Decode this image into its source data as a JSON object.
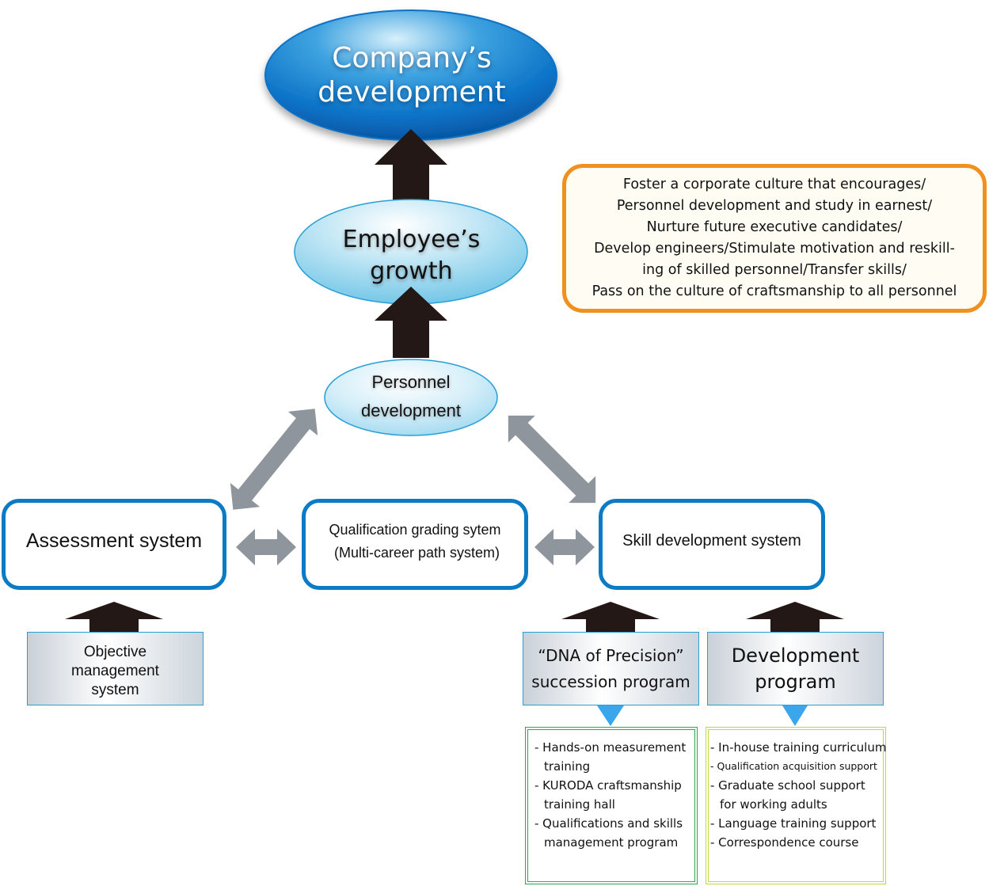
{
  "title": "Personnel development system diagram",
  "colors": {
    "company_blue": "#0a72c6",
    "employee_light_blue": "#8fd0ea",
    "personnel_pale_blue": "#bfe6f6",
    "system_border_blue": "#0a7bc4",
    "culture_border_orange": "#f0911f",
    "arrow_black": "#231815",
    "arrow_gray": "#8e959c",
    "pointer_blue": "#3aa6ec",
    "dna_list_border_green": "#2ea84a",
    "dev_list_border_lime": "#c3d83a"
  },
  "nodes": {
    "company": {
      "lines": [
        "Company’s",
        "development"
      ]
    },
    "employee": {
      "lines": [
        "Employee’s",
        "growth"
      ]
    },
    "personnel": {
      "lines": [
        "Personnel",
        "development"
      ]
    },
    "assessment": {
      "label": "Assessment system"
    },
    "qualification": {
      "lines": [
        "Qualification grading sytem",
        " (Multi-career path system)"
      ]
    },
    "skill": {
      "label": "Skill development system"
    },
    "objective": {
      "lines": [
        "Objective",
        "management",
        "system"
      ]
    },
    "dna": {
      "lines": [
        "“DNA of Precision”",
        "succession program"
      ]
    },
    "devprog": {
      "lines": [
        "Development",
        "program"
      ]
    }
  },
  "culture": {
    "lines": [
      "Foster a corporate culture that encourages/",
      "Personnel development and study in earnest/",
      "Nurture future executive candidates/",
      "Develop engineers/Stimulate motivation and reskill-",
      "ing of skilled personnel/Transfer skills/",
      "Pass on the culture of craftsmanship to all personnel"
    ]
  },
  "dna_list": [
    {
      "first": "- Hands-on measurement",
      "cont": "training"
    },
    {
      "first": "- KURODA craftsmanship",
      "cont": "training hall"
    },
    {
      "first": "- Qualifications and skills",
      "cont": "management program"
    }
  ],
  "dev_list": [
    {
      "first": "- In-house training curriculum"
    },
    {
      "first": "- Qualification acquisition support",
      "small": true
    },
    {
      "first": "- Graduate school support",
      "cont": "for working adults"
    },
    {
      "first": "- Language training support"
    },
    {
      "first": "- Correspondence course"
    }
  ],
  "icons": {
    "up_arrow": "black-up-arrow",
    "double_arrow": "gray-double-arrow",
    "pointer": "blue-down-triangle"
  }
}
